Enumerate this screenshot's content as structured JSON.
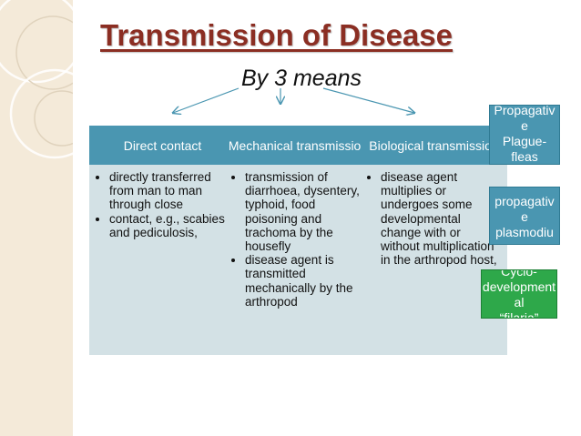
{
  "title": "Transmission of Disease",
  "subtitle": "By 3 means",
  "columns": [
    {
      "header": "Direct contact",
      "items": [
        "directly transferred from man to man through close",
        "contact, e.g., scabies and pediculosis,"
      ]
    },
    {
      "header": "Mechanical transmission",
      "items": [
        "transmission of diarrhoea, dysentery, typhoid, food poisoning and trachoma by the housefly",
        "disease agent is transmitted mechanically by the arthropod"
      ]
    },
    {
      "header": "Biological transmission",
      "items": [
        "disease agent multiplies or undergoes some developmental change with or without multiplication in the arthropod host,"
      ]
    }
  ],
  "side_boxes": [
    {
      "lines": [
        "Propagativ",
        "e",
        "Plague-",
        "fleas"
      ]
    },
    {
      "lines": [
        "-",
        "propagativ",
        "e",
        "plasmodiu"
      ]
    },
    {
      "lines": [
        "Cyclo-",
        "development",
        "al",
        "“filaria”"
      ]
    }
  ],
  "colors": {
    "title": "#8b2e23",
    "header_bg": "#4a96b1",
    "body_bg": "#d3e1e5",
    "arrow": "#4a96b1",
    "green_box": "#2ea84a"
  }
}
